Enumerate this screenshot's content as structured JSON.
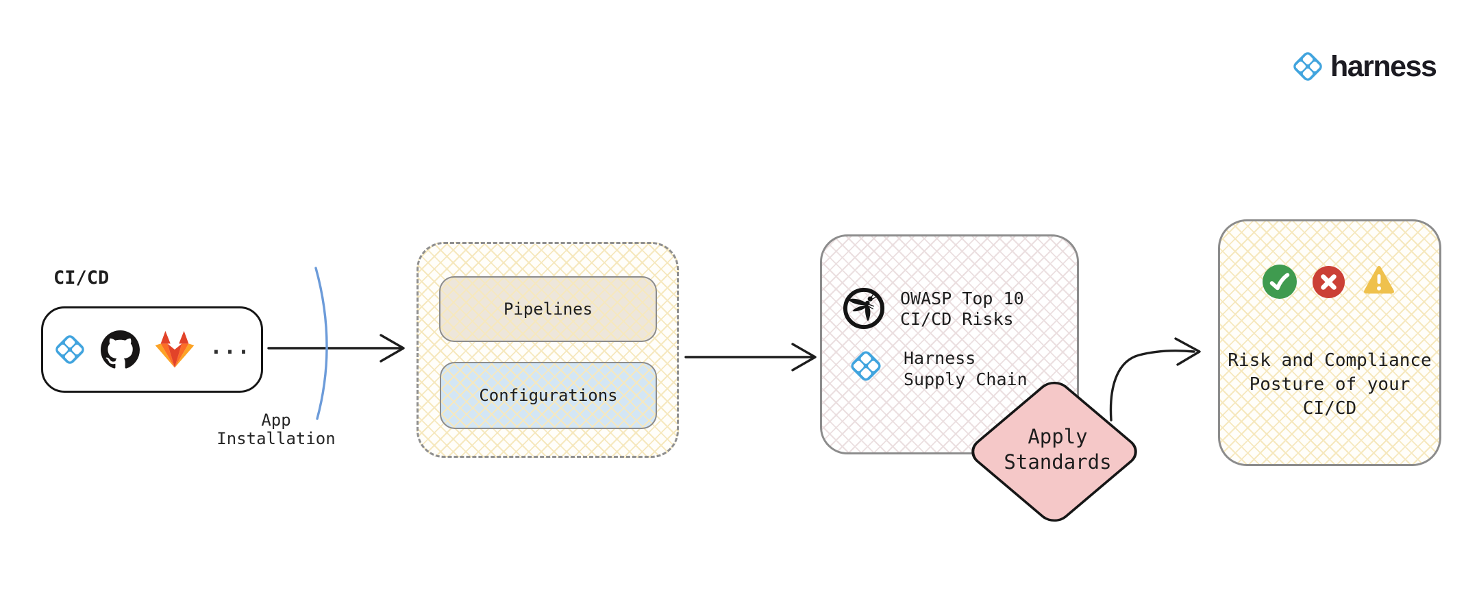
{
  "header": {
    "brand_name": "harness"
  },
  "source": {
    "title": "CI/CD",
    "provider_icons": [
      "harness-icon",
      "github-icon",
      "gitlab-icon"
    ],
    "more_label": "..."
  },
  "installation": {
    "line1": "App",
    "line2": "Installation"
  },
  "stage": {
    "pipelines_label": "Pipelines",
    "configurations_label": "Configurations"
  },
  "standards": {
    "owasp_icon": "owasp-wasp-icon",
    "owasp_line1": "OWASP Top 10",
    "owasp_line2": "CI/CD Risks",
    "harness_icon": "harness-icon",
    "harness_line1": "Harness",
    "harness_line2": "Supply Chain"
  },
  "apply": {
    "line1": "Apply",
    "line2": "Standards"
  },
  "result": {
    "status_icons": [
      "check-circle-icon",
      "x-circle-icon",
      "warning-triangle-icon"
    ],
    "line1": "Risk and Compliance",
    "line2": "Posture of your",
    "line3": "CI/CD"
  },
  "colors": {
    "harness_blue": "#41A4DE",
    "logo_text_dark": "#1C1B22",
    "ink": "#1E1E1E",
    "border_gray": "#8C8C8C",
    "dashed_gray": "#8F8F8F",
    "box_border_dark": "#161616",
    "lattice_yellow": "#F6E8BE",
    "lattice_pink": "#EBDFE0",
    "pipelines_fill": "#EDE6DB",
    "configurations_fill": "#D3E6F5",
    "diamond_pink": "#F5C8C8",
    "arc_blue": "#6C9BD9",
    "arrow_ink": "#1D1D1D",
    "github_black": "#171515",
    "gitlab_red": "#E24329",
    "gitlab_orange": "#FC6D26",
    "gitlab_yellow": "#FCA326",
    "success_green": "#3F9B4F",
    "error_red": "#CB4036",
    "warning_yellow": "#EFC14D"
  }
}
